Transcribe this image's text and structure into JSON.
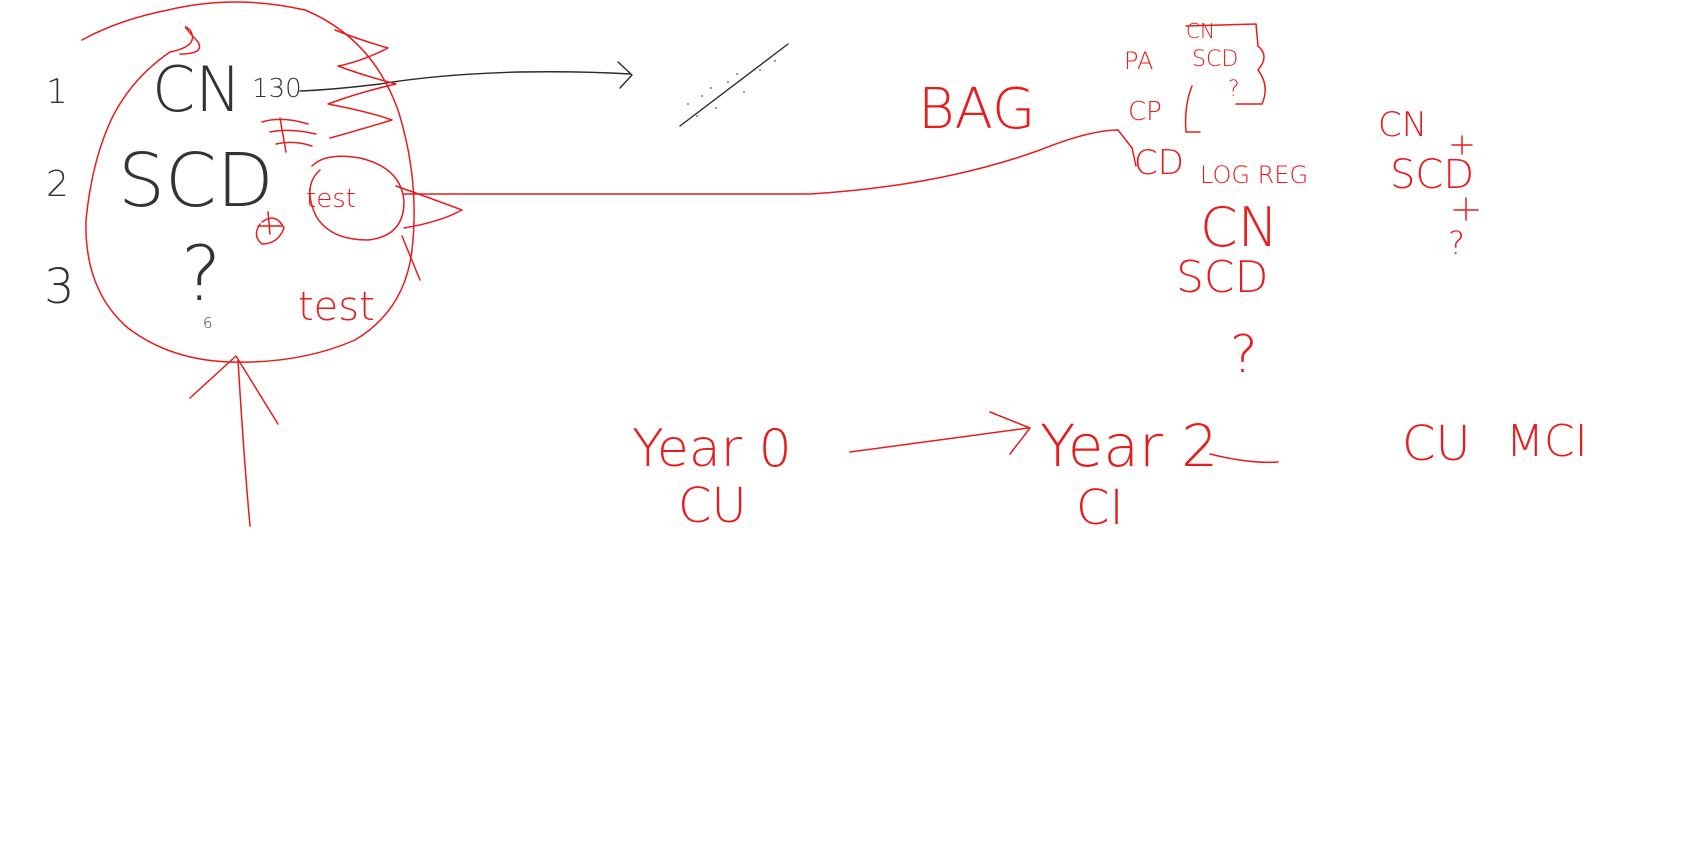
{
  "colors": {
    "ink_dark": "#2b2b2b",
    "ink_red": "#e81c1c",
    "background": "#ffffff"
  },
  "left_group": {
    "row_numbers": [
      "1",
      "2",
      "3"
    ],
    "labels": [
      "CN",
      "SCD",
      "?"
    ],
    "superscript": "130",
    "small_mark": "6",
    "test_labels": [
      "test",
      "test"
    ]
  },
  "bag": {
    "label": "BAG"
  },
  "top_right": {
    "stack_left": [
      "PA",
      "CP",
      "CD"
    ],
    "bracket_items": [
      "CN",
      "SCD",
      "?"
    ]
  },
  "log_reg": {
    "heading": "LOG REG",
    "items": [
      "CN",
      "SCD",
      "?"
    ]
  },
  "far_right": {
    "items": [
      "CN",
      "SCD",
      "?"
    ]
  },
  "timeline": {
    "year_start": "Year 0",
    "year_end": "Year 2",
    "under_start": "CU",
    "under_end": "CI",
    "right_labels": [
      "CU",
      "MCI"
    ]
  }
}
